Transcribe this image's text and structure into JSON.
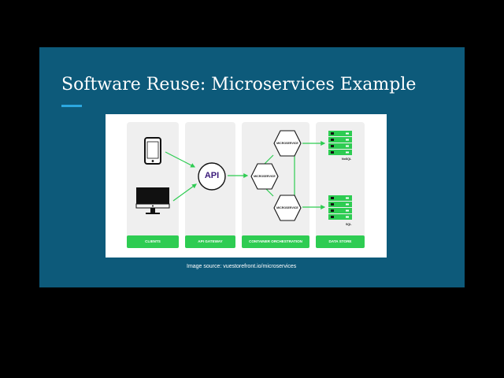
{
  "slide": {
    "title": "Software Reuse: Microservices Example",
    "accent_color": "#2ca8e0",
    "background_color": "#0d5a7a",
    "image_source": "Image source: vuestorefront.io/microservices"
  },
  "diagram": {
    "api_label": "API",
    "microservice_label": "MICROSERVICE",
    "nosql_label": "NoSQL",
    "sql_label": "SQL",
    "columns": [
      {
        "label": "CLIENTS"
      },
      {
        "label": "API GATEWAY"
      },
      {
        "label": "CONTAINER ORCHESTRATION"
      },
      {
        "label": "DATA STORE"
      }
    ],
    "accent_green": "#2ecc52",
    "icons": [
      "phone-icon",
      "desktop-icon",
      "api-icon",
      "microservice-hex-icon",
      "database-icon"
    ]
  }
}
